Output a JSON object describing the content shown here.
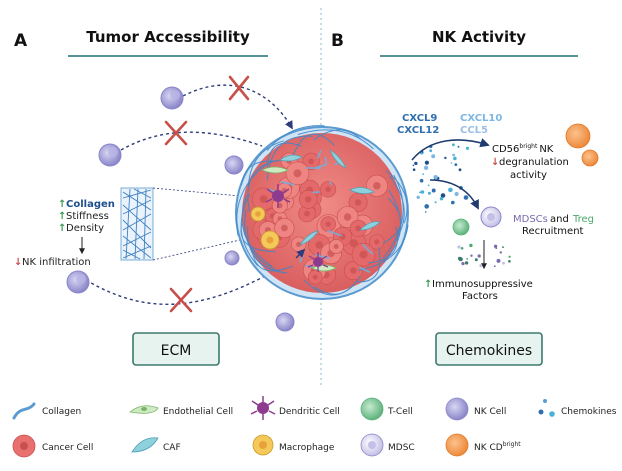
{
  "panel_a": {
    "letter": "A",
    "title": "Tumor Accessibility",
    "box_label": "ECM",
    "factors": [
      "Collagen",
      "Stiffness",
      "Density"
    ],
    "outcome": "NK infiltration"
  },
  "panel_b": {
    "letter": "B",
    "title": "NK Activity",
    "box_label": "Chemokines",
    "chemokines": {
      "cxcl9": "CXCL9",
      "cxcl10": "CXCL10",
      "cxcl12": "CXCL12",
      "ccl5": "CCL5"
    },
    "cd56_prefix": "CD56",
    "cd56_sup": "bright",
    "cd56_suffix": "NK",
    "degranulation": "degranulation",
    "activity": "activity",
    "mdscs": "MDSCs",
    "and": "and",
    "treg": "Treg",
    "recruitment": "Recruitment",
    "immunosuppressive": "Immunosuppressive",
    "factors_word": "Factors"
  },
  "legend": {
    "collagen": "Collagen",
    "endothelial": "Endothelial Cell",
    "dendritic": "Dendritic Cell",
    "tcell": "T-Cell",
    "nkcell": "NK Cell",
    "chemokines": "Chemokines",
    "cancer": "Cancer Cell",
    "caf": "CAF",
    "macrophage": "Macrophage",
    "mdsc": "MDSC",
    "nkcd_prefix": "NK CD",
    "nkcd_sup": "bright"
  },
  "colors": {
    "divider_teal": "#1f6f73",
    "box_green": "#3b7a6e",
    "box_fill": "#e6f3ef",
    "nk_purple": "#8a86c9",
    "nk_orange": "#f0944a",
    "tcell_green": "#6cbf88",
    "collagen_blue": "#5b9bd1",
    "cancer_red": "#e8716f",
    "red_x": "#c8504a",
    "cxcl_dark": "#2f6fb0",
    "cxcl_light": "#7db7e4",
    "ccl_light": "#9cbfe6",
    "collagen_word": "#1f4e8c",
    "treg_green": "#4aa86a",
    "mdscs_purple": "#7a6bb0"
  }
}
